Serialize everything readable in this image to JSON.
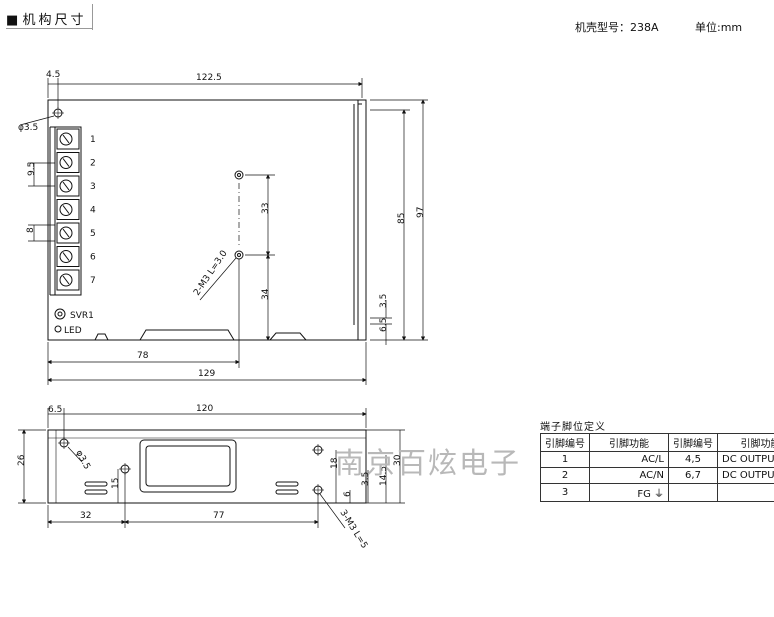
{
  "header": {
    "section_title": "机构尺寸",
    "case_model": "机壳型号：238A",
    "unit": "单位:mm"
  },
  "top_view": {
    "dims": {
      "offset_left": "4.5",
      "hole_dia": "φ3.5",
      "overall_width_top": "122.5",
      "pitch": "9.5",
      "terminal_width": "8",
      "height_85": "85",
      "height_97": "97",
      "spacing_33": "33",
      "spacing_34": "34",
      "mount_screws": "2-M3 L=3.0",
      "right_3_5": "3.5",
      "right_6_5": "6.5",
      "bottom_78": "78",
      "bottom_129": "129"
    },
    "terminal_numbers": [
      "1",
      "2",
      "3",
      "4",
      "5",
      "6",
      "7"
    ],
    "svr_label": "SVR1",
    "led_label": "LED"
  },
  "side_view": {
    "dims": {
      "offset_6_5": "6.5",
      "width_120": "120",
      "hole_dia": "φ3.5",
      "height_26": "26",
      "dim_15": "15",
      "dim_18": "18",
      "dim_6": "6",
      "dim_3_5": "3.5",
      "dim_14_5": "14.5",
      "dim_30": "30",
      "bottom_32": "32",
      "bottom_77": "77",
      "screws": "3-M3 L=5"
    }
  },
  "pin_table": {
    "title": "端子脚位定义",
    "headers": [
      "引脚编号",
      "引脚功能",
      "引脚编号",
      "引脚功能"
    ],
    "rows": [
      [
        "1",
        "AC/L",
        "4,5",
        "DC OUTPUT -V"
      ],
      [
        "2",
        "AC/N",
        "6,7",
        "DC OUTPUT +V"
      ],
      [
        "3",
        "FG ⏚",
        "",
        ""
      ]
    ]
  },
  "watermark": "南京百炫电子"
}
